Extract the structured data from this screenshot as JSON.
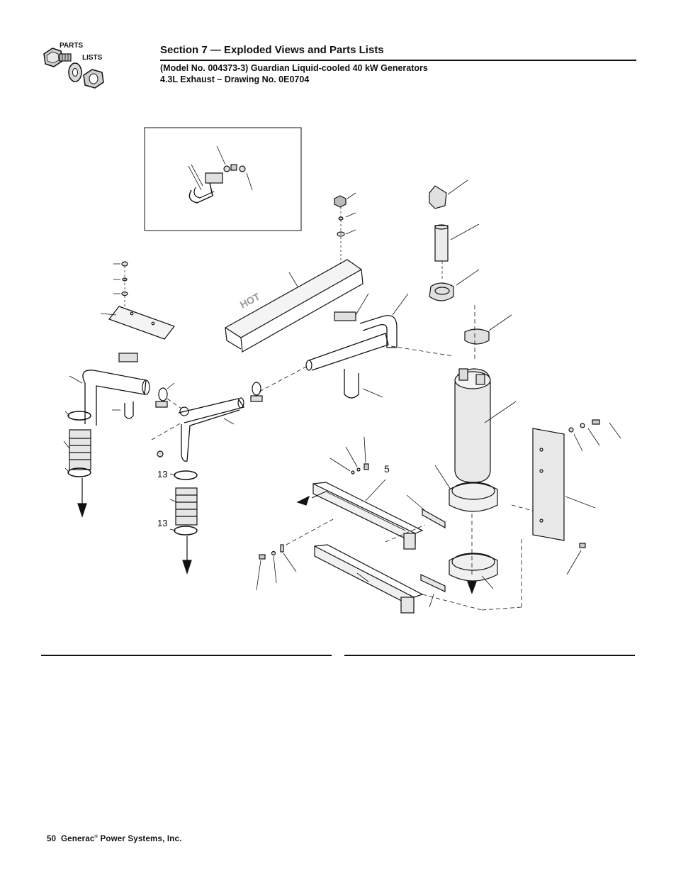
{
  "header": {
    "logo_top": "PARTS",
    "logo_bottom": "LISTS",
    "section_title": "Section 7 — Exploded Views and Parts Lists",
    "subtitle_line1": "(Model No. 004373-3) Guardian Liquid-cooled 40 kW Generators",
    "subtitle_line2": "4.3L Exhaust – Drawing No. 0E0704"
  },
  "drawing": {
    "callout_13a": "13",
    "callout_13b": "13",
    "callout_5": "5",
    "hot_label": "HOT"
  },
  "footer": {
    "page_number": "50",
    "company": "Generac",
    "company_suffix": "Power Systems, Inc.",
    "reg_mark": "®"
  }
}
